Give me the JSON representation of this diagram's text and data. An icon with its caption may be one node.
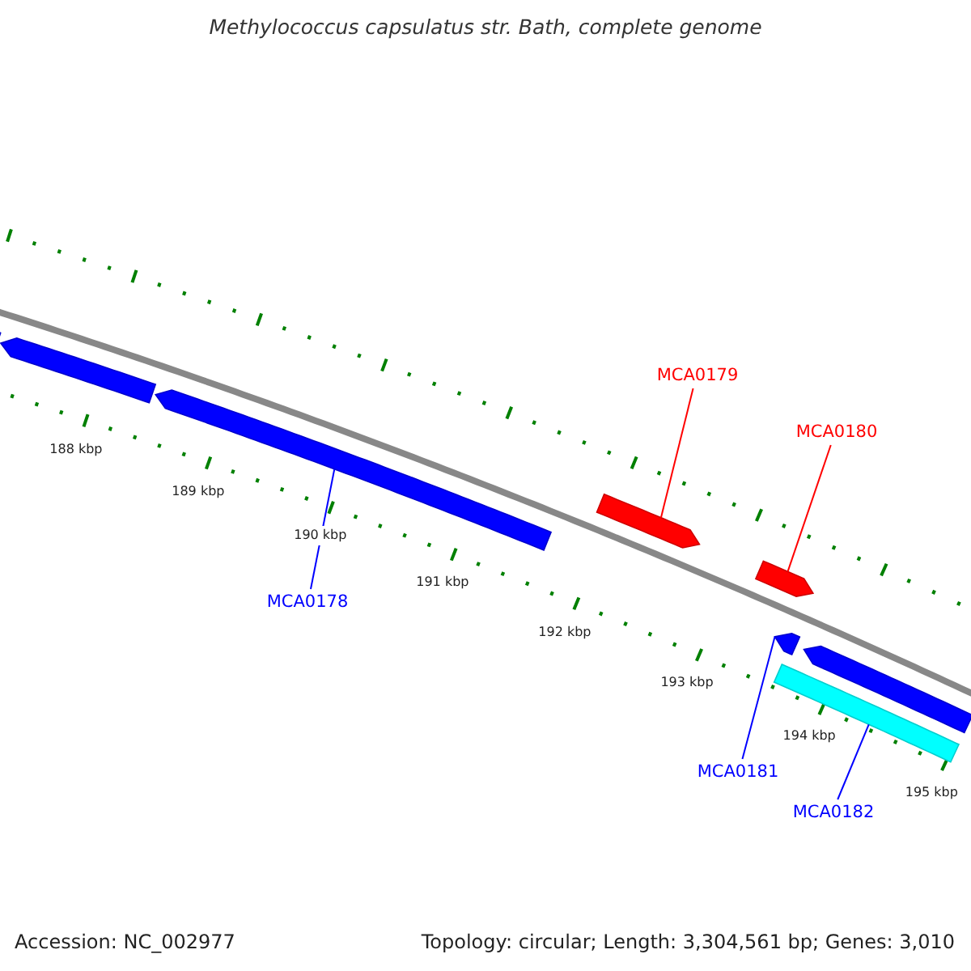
{
  "diagram": {
    "title": "Methylococcus capsulatus str. Bath, complete genome",
    "nodes": [
      {
        "text": [
          "MCA0179"
        ]
      },
      {
        "text": [
          "MCA0180"
        ]
      },
      {
        "text": [],
        "shape": "bar"
      },
      {
        "text": [],
        "shape": "bar"
      },
      {
        "text": [],
        "shape": "bar"
      },
      {
        "text": [],
        "shape": "bar"
      },
      {
        "text": [],
        "shape": "bar"
      },
      {
        "text": [],
        "shape": "bar"
      },
      {
        "text": [],
        "shape": "bar"
      },
      {
        "text": [],
        "shape": "bar"
      },
      {
        "text": [
          "MCA0178"
        ]
      },
      {
        "text": [
          "MCA0181"
        ]
      },
      {
        "text": [
          "MCA0182"
        ]
      }
    ],
    "edges": [
      {
        "from": 10,
        "to": 4,
        "arrow": "none"
      },
      {
        "from": 0,
        "to": 5,
        "arrow": "none",
        "color": "#ff0000"
      },
      {
        "from": 1,
        "to": 6,
        "arrow": "none",
        "color": "#ff0000"
      },
      {
        "from": 11,
        "to": 7,
        "arrow": "none"
      },
      {
        "from": 12,
        "to": 9,
        "arrow": "none"
      }
    ],
    "labels": [
      "188 kbp",
      "189 kbp",
      "190 kbp",
      "191 kbp",
      "192 kbp",
      "193 kbp",
      "194 kbp",
      "195 kbp",
      "Accession: NC_002977",
      "Topology: circular; Length: 3,304,561 bp; Genes: 3,010"
    ]
  }
}
